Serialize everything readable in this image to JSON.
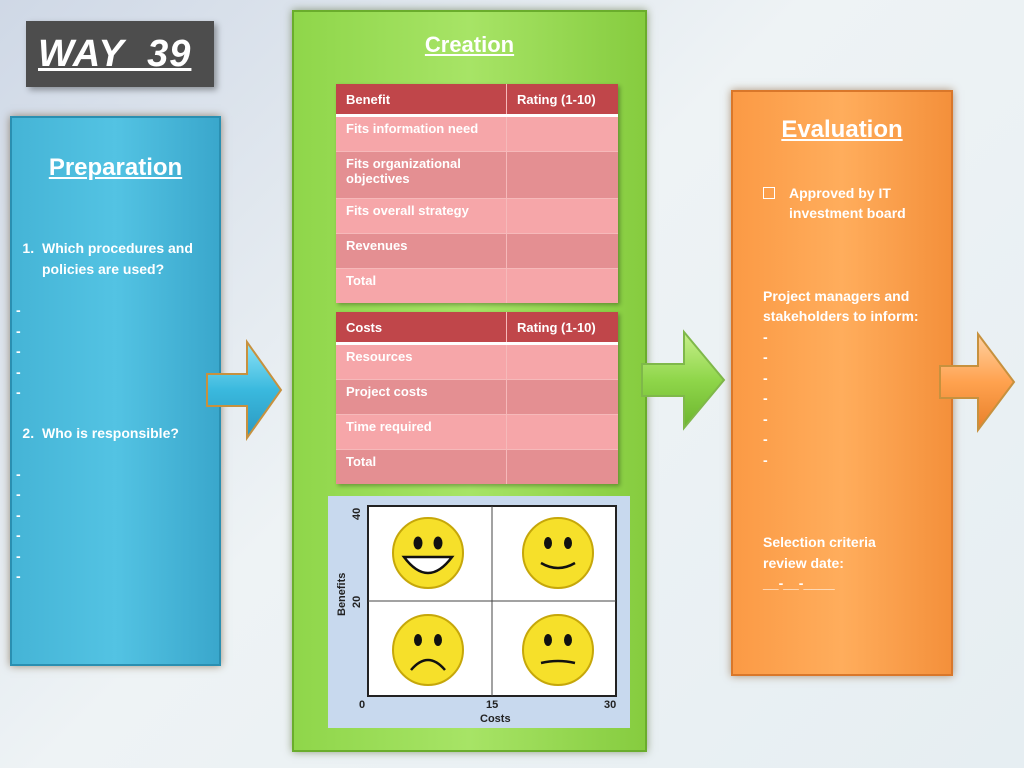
{
  "title": "WAY  39",
  "preparation": {
    "heading": "Preparation",
    "q1": "Which procedures and policies are used?",
    "q1_dashes": [
      "-",
      "-",
      "-",
      "-",
      "-"
    ],
    "q2": "Who is responsible?",
    "q2_dashes": [
      "-",
      "-",
      "-",
      "-",
      "-",
      "-"
    ]
  },
  "creation": {
    "heading": "Creation",
    "benefit_table": {
      "headers": [
        "Benefit",
        "Rating (1-10)"
      ],
      "rows": [
        "Fits information need",
        "Fits organizational objectives",
        "Fits overall strategy",
        "Revenues",
        "Total"
      ]
    },
    "cost_table": {
      "headers": [
        "Costs",
        "Rating (1-10)"
      ],
      "rows": [
        "Resources",
        "Project costs",
        "Time required",
        "Total"
      ]
    },
    "matrix": {
      "xlabel": "Costs",
      "ylabel": "Benefits",
      "x_ticks": [
        "0",
        "15",
        "30"
      ],
      "y_ticks": [
        "20",
        "40"
      ]
    }
  },
  "evaluation": {
    "heading": "Evaluation",
    "checkbox_item": "Approved by IT investment board",
    "inform_label": "Project managers and stakeholders to inform:",
    "inform_dashes": [
      "-",
      "-",
      "-",
      "-",
      "-",
      "-",
      "-"
    ],
    "review_label": "Selection criteria review date:",
    "review_value": "__-__-____"
  },
  "colors": {
    "preparation": "#4fbde0",
    "creation": "#9bdc5a",
    "evaluation": "#ffa24f",
    "table_header": "#c0464a"
  }
}
